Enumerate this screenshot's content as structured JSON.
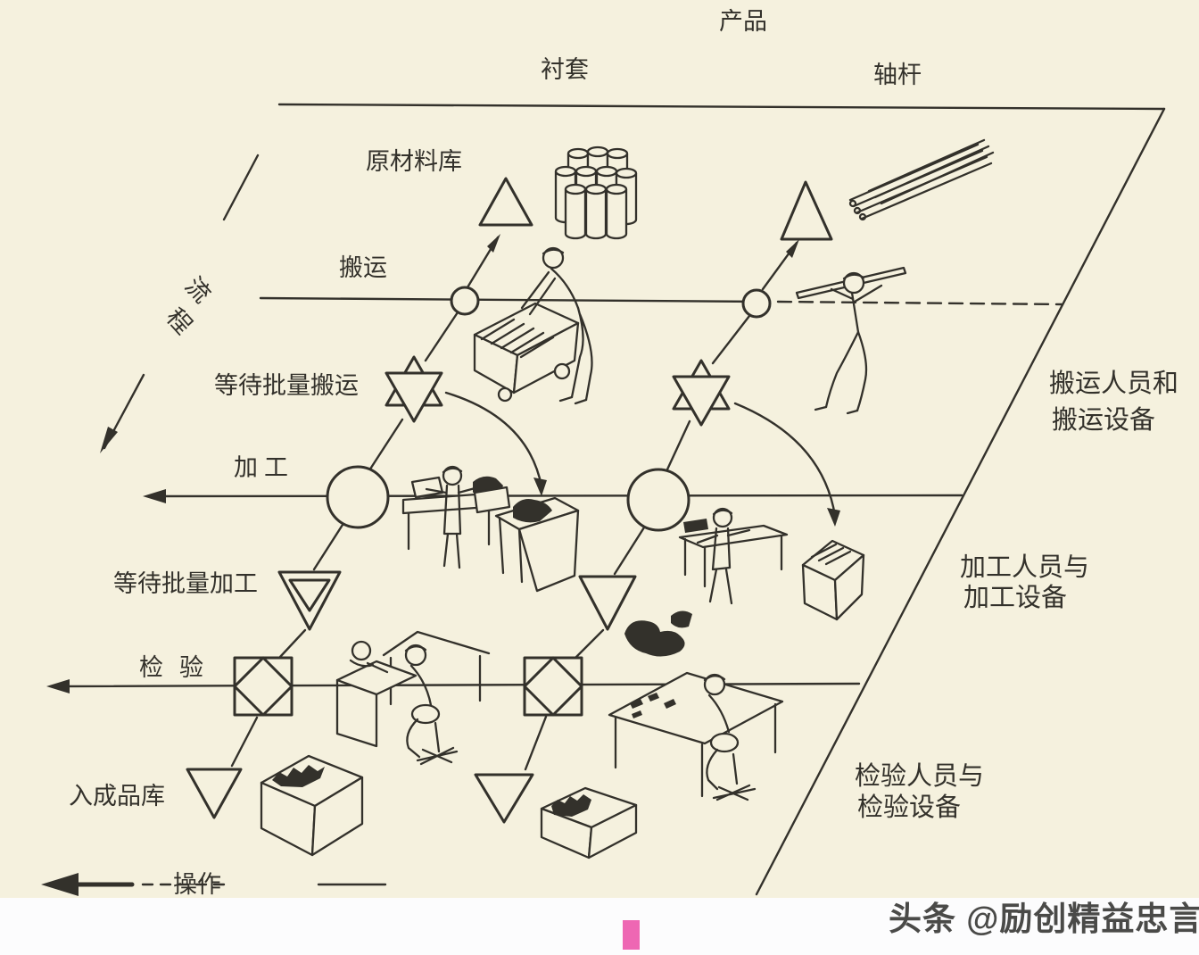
{
  "header": {
    "product": "产品",
    "column_left": "衬套",
    "column_right": "轴杆"
  },
  "flow_axis": {
    "label": "流程"
  },
  "rows": {
    "raw_material_store": "原材料库",
    "transport": "搬运",
    "wait_batch_transport": "等待批量搬运",
    "process": "加工",
    "wait_batch_process": "等待批量加工",
    "inspect": "检验",
    "finished_store": "入成品库",
    "operation": "操作"
  },
  "side_annotations": {
    "transport": {
      "line1": "搬运人员和",
      "line2": "搬运设备"
    },
    "process": {
      "line1": "加工人员与",
      "line2": "加工设备"
    },
    "inspect": {
      "line1": "检验人员与",
      "line2": "检验设备"
    }
  },
  "watermark": {
    "text": "头条 @励创精益忠言"
  },
  "symbols": {
    "storage": "triangle-up",
    "transport": "small-circle",
    "delay_wait": "six-pointed-star",
    "operation": "large-circle",
    "temporary_storage": "triangle-down",
    "inspection": "diamond-in-square"
  },
  "colors": {
    "background": "#f5f1de",
    "ink": "#33312b",
    "watermark_text": "#4a4a48",
    "pink_marker": "#ee67b3",
    "bottom_band": "#fcfcfd"
  }
}
